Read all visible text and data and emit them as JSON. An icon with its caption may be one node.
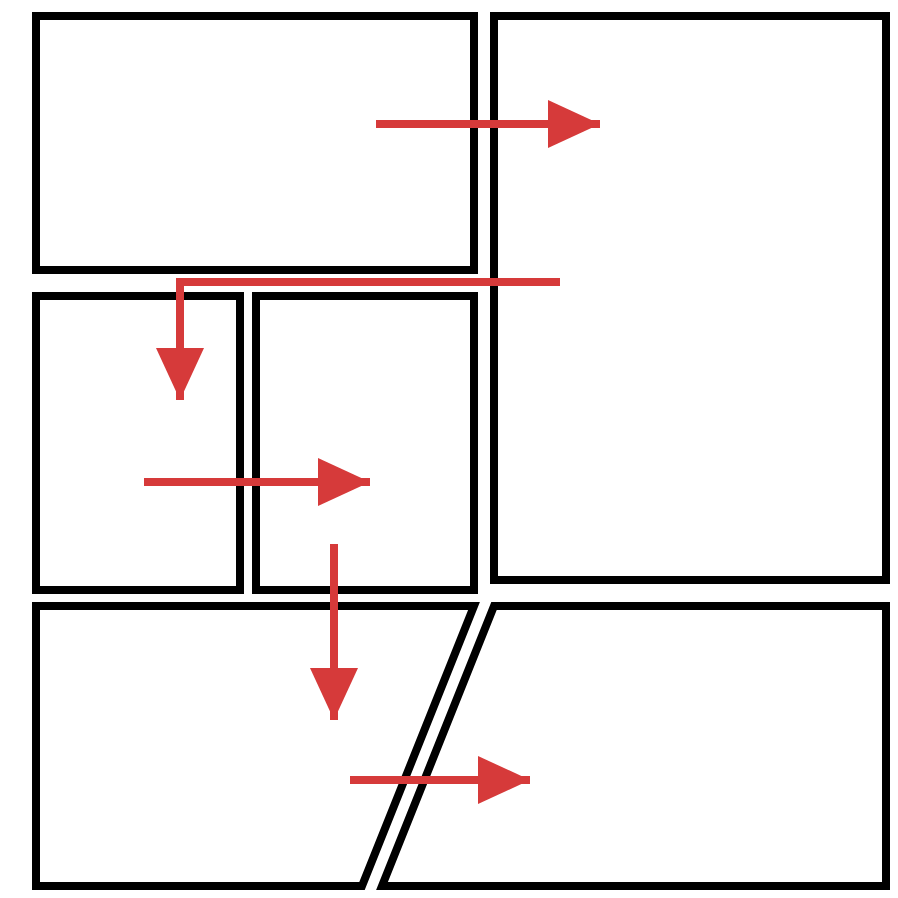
{
  "diagram": {
    "nodes": [
      {
        "text": [],
        "shape": "box"
      },
      {
        "text": [],
        "shape": "box"
      },
      {
        "text": [],
        "shape": "box"
      },
      {
        "text": [],
        "shape": "box"
      },
      {
        "text": [],
        "shape": "box"
      },
      {
        "text": [],
        "shape": "box"
      }
    ],
    "edges": [
      {
        "from": 0,
        "to": 1,
        "arrow": "to"
      },
      {
        "from": 1,
        "to": 2,
        "arrow": "to"
      },
      {
        "from": 2,
        "to": 3,
        "arrow": "to"
      },
      {
        "from": 3,
        "to": 4,
        "arrow": "to"
      },
      {
        "from": 4,
        "to": 5,
        "arrow": "to"
      }
    ]
  }
}
